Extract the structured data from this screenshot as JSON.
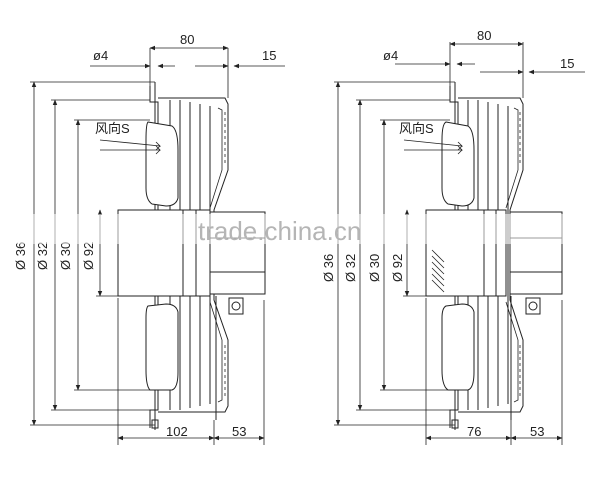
{
  "watermark": "trade.china.cn",
  "left_view": {
    "diameter_labels": [
      "Ø 36",
      "Ø 32",
      "Ø 30",
      "Ø 92"
    ],
    "top_dims": {
      "phi": "ø4",
      "width": "80",
      "offset": "15"
    },
    "wind_label": "风向S",
    "bottom_dims": {
      "depth": "102",
      "motor": "53"
    }
  },
  "right_view": {
    "diameter_labels": [
      "Ø 36",
      "Ø 32",
      "Ø 30",
      "Ø 92"
    ],
    "top_dims": {
      "phi": "ø4",
      "width": "80",
      "offset": "15"
    },
    "wind_label": "风向S",
    "bottom_dims": {
      "depth": "76",
      "motor": "53"
    }
  }
}
